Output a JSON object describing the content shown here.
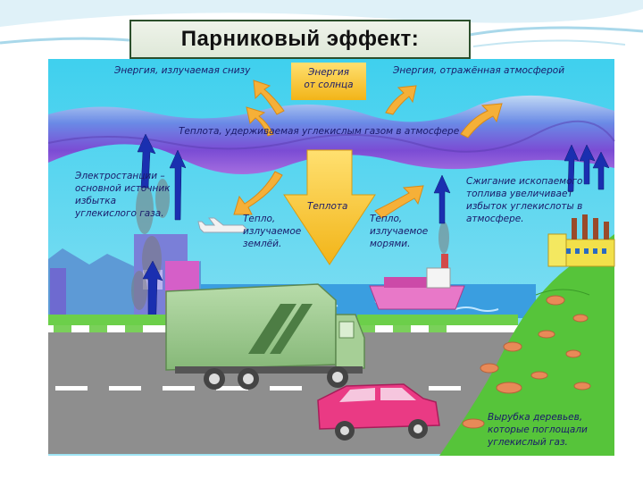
{
  "title": "Парниковый эффект:",
  "labels": {
    "energy_from_below": "Энергия, излучаемая снизу",
    "energy_sun_1": "Энергия",
    "energy_sun_2": "от солнца",
    "energy_reflected": "Энергия, отражённая атмосферой",
    "heat_retained": "Теплота, удерживаемая углекислым газом в атмосфере",
    "heat": "Теплота",
    "power_1": "Электростанции –",
    "power_2": "основной источник",
    "power_3": "избытка",
    "power_4": "углекислого газа.",
    "earth_1": "Тепло,",
    "earth_2": "излучаемое",
    "earth_3": "землёй.",
    "sea_1": "Тепло,",
    "sea_2": "излучаемое",
    "sea_3": "морями.",
    "fuel_1": "Сжигание ископаемого",
    "fuel_2": "топлива увеличивает",
    "fuel_3": "избыток углекислоты в",
    "fuel_4": "атмосфере.",
    "trees_1": "Вырубка деревьев,",
    "trees_2": "которые поглощали",
    "trees_3": "углекислый газ."
  },
  "colors": {
    "sky": "#38c8e8",
    "atmosphere_purple": "#7a4fd0",
    "atmosphere_blue": "#5f86e0",
    "sun_arrow": "#f0c020",
    "reflected_arrow": "#f2a830",
    "co2_arrow": "#1830b0",
    "grass": "#54c83a",
    "road": "#8a8a8a",
    "truck": "#9cc88c",
    "car": "#e8307a",
    "ship": "#e070c0",
    "sea": "#2a88d0"
  }
}
